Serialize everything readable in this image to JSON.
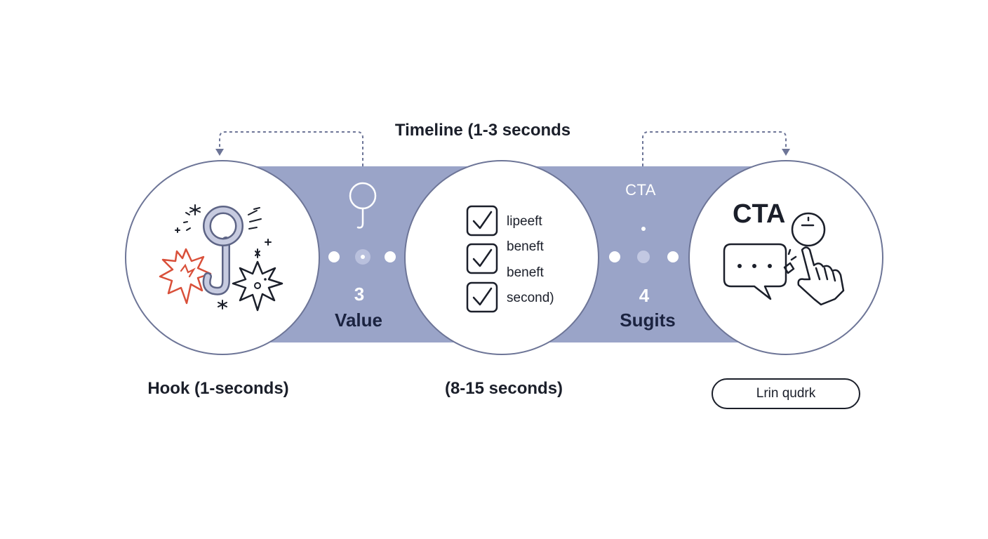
{
  "timeline": {
    "title": "Timeline (1-3 seconds"
  },
  "band": {
    "right_label": "CTA"
  },
  "steps": {
    "hook": {
      "caption": "Hook (1-seconds)",
      "icon": "hook-burst-icon"
    },
    "value": {
      "number": "3",
      "label": "Value",
      "caption": "(8-15 seconds)",
      "checklist": [
        "lipeeft",
        "beneft",
        "beneft",
        "second)"
      ]
    },
    "suggest": {
      "number": "4",
      "label": "Sugits"
    },
    "cta": {
      "heading": "CTA",
      "button_label": "Lrin qudrk",
      "icon": "chat-clock-pointer-icon"
    }
  },
  "colors": {
    "band": "#9aa4c8",
    "circle_border": "#6d7597",
    "dark_text": "#1b1f2a",
    "accent_red": "#d9503a",
    "hook_fill": "#c7cbe0",
    "arrow": "#6d7597"
  }
}
